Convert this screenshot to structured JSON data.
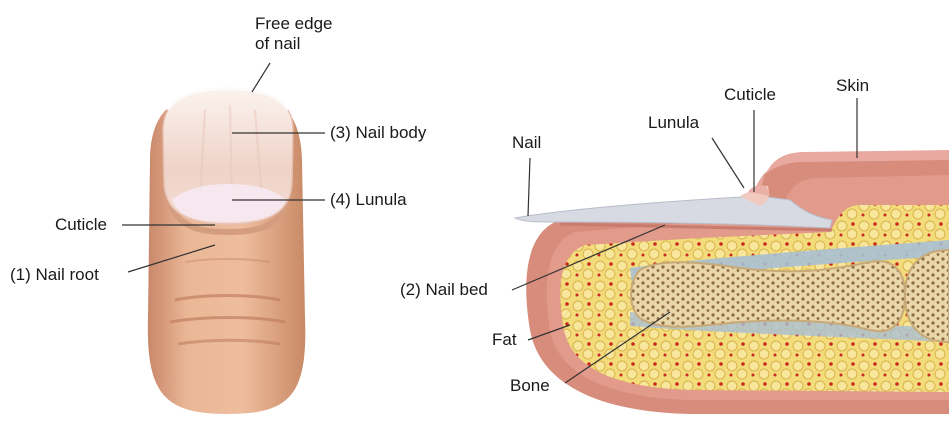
{
  "left_figure": {
    "labels": {
      "free_edge_line1": "Free edge",
      "free_edge_line2": "of nail",
      "nail_body": "(3) Nail body",
      "lunula": "(4) Lunula",
      "cuticle": "Cuticle",
      "nail_root": "(1) Nail root"
    }
  },
  "right_figure": {
    "labels": {
      "nail": "Nail",
      "lunula": "Lunula",
      "cuticle": "Cuticle",
      "skin": "Skin",
      "nail_bed": "(2) Nail bed",
      "fat": "Fat",
      "bone": "Bone"
    }
  },
  "colors": {
    "skin": "#e9b592",
    "skin_shadow": "#c98a66",
    "nail": "#f4ddd6",
    "lunula": "#f7eaf2",
    "dermis": "#d98a7a",
    "fat": "#f2d772",
    "bone": "#e6d3a8",
    "bone_pores": "#8a6a3e",
    "nail_plate_side": "#cfd3dc",
    "tendon": "#9fb6cc"
  }
}
